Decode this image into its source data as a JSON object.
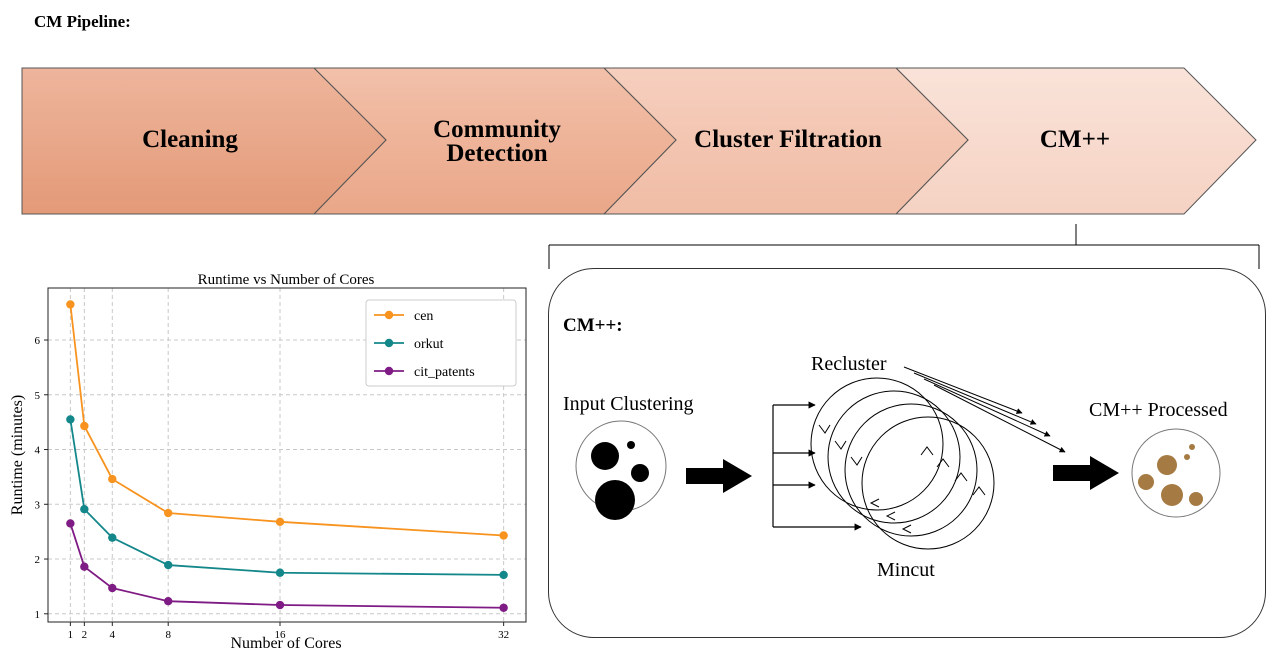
{
  "page_title": "CM Pipeline:",
  "pipeline": {
    "stages": [
      {
        "label": "Cleaning"
      },
      {
        "label": "Community Detection"
      },
      {
        "label": "Cluster Filtration"
      },
      {
        "label": "CM++"
      }
    ],
    "colors": [
      "#e6a080",
      "#eeae92",
      "#f3c6b2",
      "#f8ddd1"
    ]
  },
  "cm_panel": {
    "title": "CM++:",
    "input_label": "Input Clustering",
    "recluster_label": "Recluster",
    "mincut_label": "Mincut",
    "output_label": "CM++ Processed",
    "output_color": "#a57a43"
  },
  "chart_data": {
    "type": "line",
    "title": "Runtime vs Number of Cores",
    "xlabel": "Number of Cores",
    "ylabel": "Runtime (minutes)",
    "x": [
      1,
      2,
      4,
      8,
      16,
      32
    ],
    "xticks": [
      "1",
      "2",
      "4",
      "8",
      "16",
      "32"
    ],
    "yticks": [
      "1",
      "2",
      "3",
      "4",
      "5",
      "6"
    ],
    "xlim": [
      -0.6,
      33.6
    ],
    "ylim": [
      0.85,
      6.95
    ],
    "grid": true,
    "legend_position": "top-right",
    "series": [
      {
        "name": "cen",
        "color": "#f7931e",
        "values": [
          6.65,
          4.43,
          3.46,
          2.84,
          2.68,
          2.43
        ]
      },
      {
        "name": "orkut",
        "color": "#13878a",
        "values": [
          4.55,
          2.91,
          2.39,
          1.89,
          1.75,
          1.71
        ]
      },
      {
        "name": "cit_patents",
        "color": "#7f1b84",
        "values": [
          2.65,
          1.86,
          1.47,
          1.23,
          1.16,
          1.11
        ]
      }
    ]
  }
}
